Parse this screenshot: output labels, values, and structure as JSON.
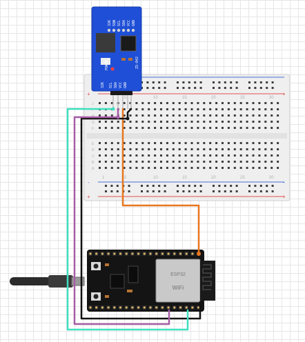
{
  "colors": {
    "wire_teal": "#3fe0c0",
    "wire_purple": "#a65ea6",
    "wire_black": "#111111",
    "wire_orange": "#e8761e",
    "rtc_board": "#1f4fd6",
    "breadboard": "#efefef",
    "rail_red": "#e05050",
    "rail_blue": "#4a6fd8",
    "esp_board": "#141414",
    "esp_module": "#c9c9c9",
    "usb_cable": "#2b2b2b"
  },
  "rtc": {
    "top_pins": [
      "32K",
      "SQW",
      "SCL",
      "SDA",
      "VCC",
      "GND"
    ],
    "bottom_pins": [
      "32K",
      "SCL",
      "SDA",
      "VCC",
      "GND"
    ],
    "power_label": "POWER",
    "chip_label": "ZS-042"
  },
  "breadboard": {
    "column_numbers": [
      "1",
      "5",
      "10",
      "15",
      "20",
      "25",
      "30"
    ],
    "row_letters_top": [
      "J",
      "I",
      "H",
      "G",
      "F"
    ],
    "row_letters_bottom": [
      "E",
      "D",
      "C",
      "B",
      "A"
    ],
    "rail_plus": "+",
    "rail_minus": "-"
  },
  "esp32": {
    "module_text": "ESP32",
    "wifi_logo": "WiFi"
  }
}
